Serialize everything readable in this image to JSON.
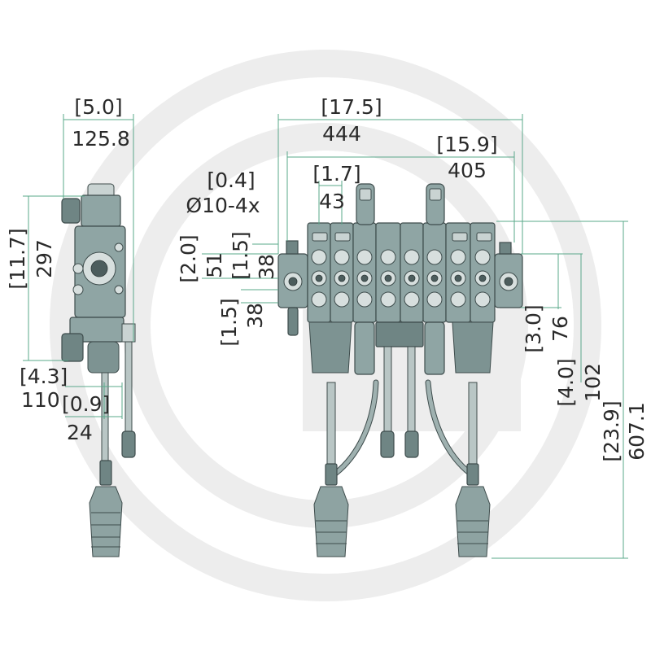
{
  "watermark": {
    "color": "#ededed"
  },
  "colors": {
    "dimension_line": "#5aa88a",
    "part": "#8fa5a4",
    "text": "#2a2a2a"
  },
  "dimensions": {
    "side_width_in": "[5.0]",
    "side_width_mm": "125.8",
    "side_height_in": "[11.7]",
    "side_height_mm": "297",
    "side_offset1_in": "[4.3]",
    "side_offset1_mm": "110",
    "side_offset2_in": "[0.9]",
    "side_offset2_mm": "24",
    "total_width_in": "[17.5]",
    "total_width_mm": "444",
    "mount_width_in": "[15.9]",
    "mount_width_mm": "405",
    "section_pitch_in": "[1.7]",
    "section_pitch_mm": "43",
    "hole_dia_in": "[0.4]",
    "hole_dia_label": "Ø10-4x",
    "port_a_in": "[2.0]",
    "port_a_mm": "51",
    "port_b_in": "[1.5]",
    "port_b_mm": "38",
    "port_c_in": "[1.5]",
    "port_c_mm": "38",
    "right_a_in": "[3.0]",
    "right_a_mm": "76",
    "right_b_in": "[4.0]",
    "right_b_mm": "102",
    "total_height_in": "[23.9]",
    "total_height_mm": "607.1"
  }
}
